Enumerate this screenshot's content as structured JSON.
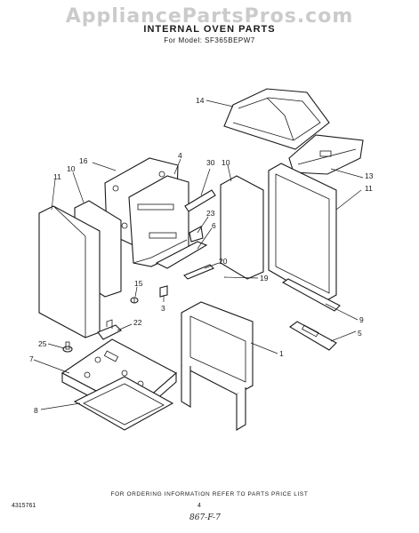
{
  "watermark": "AppliancePartsPros.com",
  "header": {
    "title": "INTERNAL OVEN PARTS",
    "model": "For Model: SF365BEPW7"
  },
  "callouts": {
    "c14": "14",
    "c16": "16",
    "c4": "4",
    "c30": "30",
    "c10a": "10",
    "c10b": "10",
    "c11a": "11",
    "c13": "13",
    "c11b": "11",
    "c23": "23",
    "c6": "6",
    "c20": "20",
    "c19": "19",
    "c15": "15",
    "c3": "3",
    "c9": "9",
    "c22": "22",
    "c5": "5",
    "c25": "25",
    "c7": "7",
    "c1": "1",
    "c8": "8"
  },
  "footer": {
    "ordering": "FOR ORDERING INFORMATION REFER TO PARTS PRICE LIST",
    "part_number": "4315761",
    "page": "4",
    "handwritten": "867-F-7"
  }
}
